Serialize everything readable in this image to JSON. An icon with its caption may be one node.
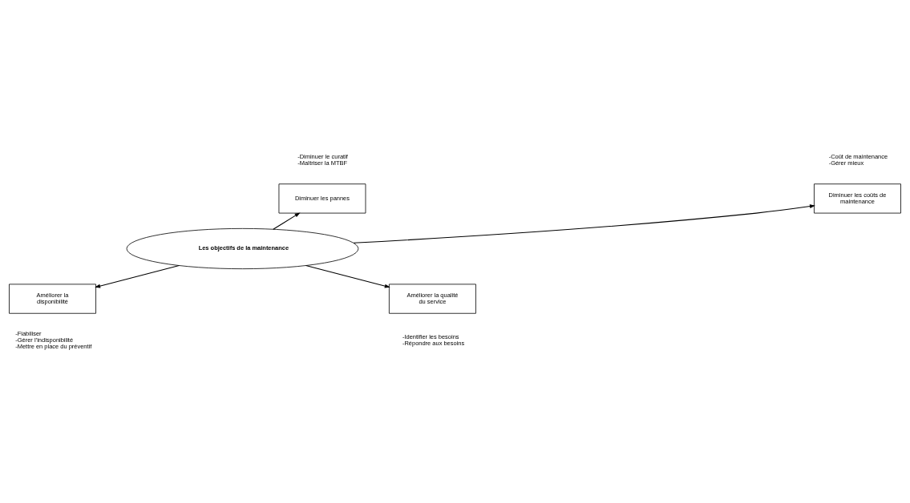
{
  "diagram": {
    "nodes": [
      {
        "text": [
          "Diminuer les pannes"
        ],
        "beside": [
          "-Diminuer le curatif",
          "-Maîtriser la MTBF"
        ]
      },
      {
        "text": [
          "Diminuer les coûts de maintenance"
        ],
        "beside": [
          "-Coût de maintenance",
          "-Gérer mieux"
        ]
      },
      {
        "text": [
          "Les objectifs de la maintenance"
        ]
      },
      {
        "text": [
          "Améliorer la disponibilité"
        ],
        "beside": [
          "-Fiabiliser",
          "-Gérer l’indisponibilité",
          "-Mettre en place du préventif"
        ]
      },
      {
        "text": [
          "Améliorer la qualité du service"
        ],
        "beside": [
          "-Identifier les besoins",
          "-Répondre aux besoins"
        ]
      }
    ],
    "edges": [
      {
        "from": 2,
        "to": 0,
        "arrow": "to"
      },
      {
        "from": 2,
        "to": 1,
        "arrow": "to"
      },
      {
        "from": 2,
        "to": 3,
        "arrow": "to"
      },
      {
        "from": 2,
        "to": 4,
        "arrow": "to"
      }
    ]
  }
}
